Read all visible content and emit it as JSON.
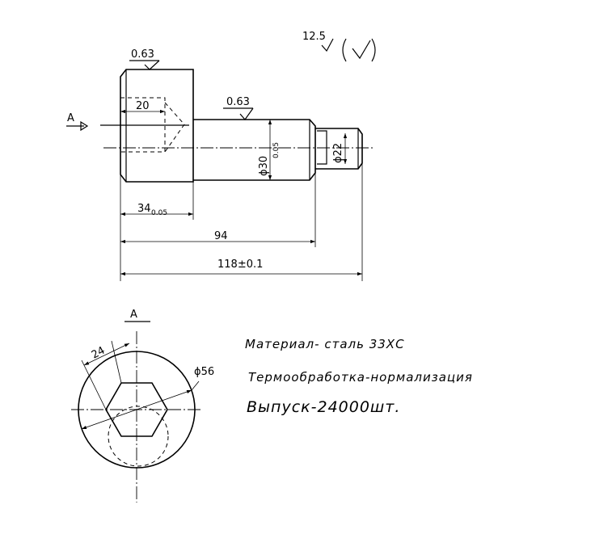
{
  "roughness": {
    "general_value": "12.5",
    "general_symbol": "√",
    "general_bracket_symbol": "(√)",
    "head_value": "0.63",
    "shaft_value": "0.63"
  },
  "view_labels": {
    "arrow_label": "A",
    "section_label": "A"
  },
  "dimensions": {
    "hole_depth": "20",
    "shaft_diameter_main": "ϕ30",
    "shaft_diameter_tol": "0.05",
    "neck_diameter": "ϕ22",
    "head_length_main": "34",
    "head_length_tol": "0.05",
    "length_94": "94",
    "overall_length": "118±0.1",
    "hex_size": "24",
    "head_diameter": "ϕ56"
  },
  "notes": {
    "material": "Материал-  сталь 33ХС",
    "heat_treatment": "Термообработка-нормализация",
    "output": "Выпуск-24000шт."
  }
}
